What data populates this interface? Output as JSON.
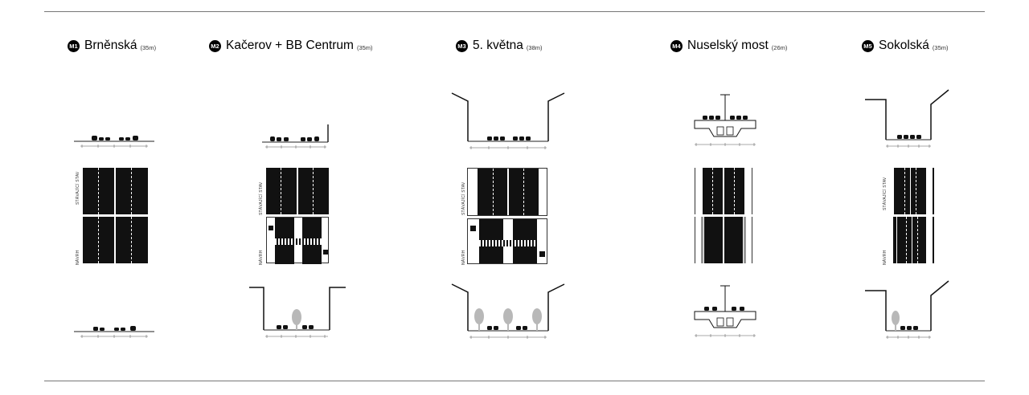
{
  "labels": {
    "existing": "STÁVAJÍCÍ STAV",
    "proposal": "NÁVRH"
  },
  "colors": {
    "asphalt": "#111111",
    "marking": "#ffffff",
    "line": "#222222",
    "tree": "#b8b8b8"
  },
  "sections": [
    {
      "badge": "M1",
      "name": "Brněnská",
      "width": "(35m)"
    },
    {
      "badge": "M2",
      "name": "Kačerov + BB Centrum",
      "width": "(35m)"
    },
    {
      "badge": "M3",
      "name": "5. května",
      "width": "(38m)"
    },
    {
      "badge": "M4",
      "name": "Nuselský most",
      "width": "(26m)"
    },
    {
      "badge": "M5",
      "name": "Sokolská",
      "width": "(35m)"
    }
  ]
}
